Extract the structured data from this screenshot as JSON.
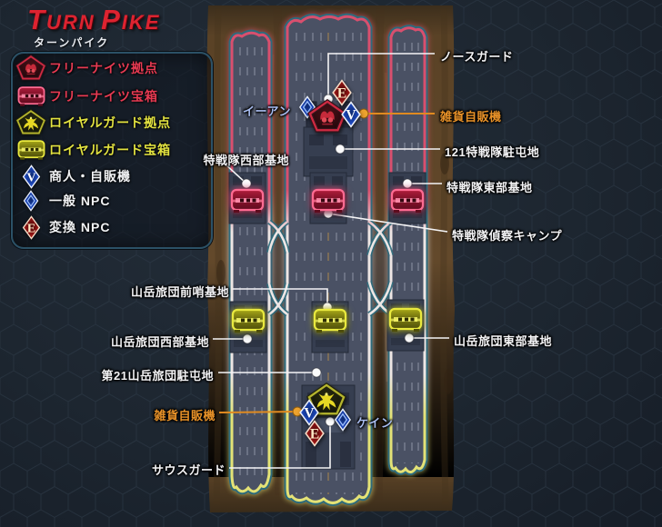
{
  "title": {
    "w1_initial": "T",
    "w1_rest": "URN",
    "w2_initial": "P",
    "w2_rest": "IKE",
    "subtitle": "ターンパイク"
  },
  "legend": {
    "items": [
      {
        "id": "freeknights-base",
        "label": "フリーナイツ拠点"
      },
      {
        "id": "freeknights-chest",
        "label": "フリーナイツ宝箱"
      },
      {
        "id": "royalguard-base",
        "label": "ロイヤルガード拠点"
      },
      {
        "id": "royalguard-chest",
        "label": "ロイヤルガード宝箱"
      },
      {
        "id": "merchant-vending",
        "label": "商人・自販機"
      },
      {
        "id": "general-npc",
        "label": "一般 NPC"
      },
      {
        "id": "exchange-npc",
        "label": "変換 NPC"
      }
    ]
  },
  "icons": {
    "merchant_letter": "V",
    "exchange_letter": "E"
  },
  "map_labels": {
    "north_guard": "ノースガード",
    "vending_top": "雑貨自販機",
    "camp_121": "121特戦隊駐屯地",
    "sf_east_base": "特戦隊東部基地",
    "sf_recon_camp": "特戦隊偵察キャンプ",
    "sf_west_base": "特戦隊西部基地",
    "mtn_outpost": "山岳旅団前哨基地",
    "mtn_west_base": "山岳旅団西部基地",
    "mtn_camp_21": "第21山岳旅団駐屯地",
    "mtn_east_base": "山岳旅団東部基地",
    "vending_bottom": "雑貨自販機",
    "south_guard": "サウスガード",
    "npc_ian": "イーアン",
    "npc_kain": "ケイン"
  },
  "colors": {
    "background": "#1d2630",
    "hex_line": "#2c3845",
    "dirt": "#5e462a",
    "road_surface": "#4a5164",
    "road_edge_red": "#d94f6e",
    "road_edge_white": "#eee6e4",
    "road_edge_yellow": "#e4e276",
    "road_rim_teal": "#2d6b7c",
    "title_red": "#dd2330",
    "label_orange": "#e79128",
    "label_blue": "#a9bdf0",
    "legend_red": "#e73a52",
    "legend_yellow": "#e2e240",
    "dot_white": "#fbfbfc",
    "dot_orange": "#eda22e"
  }
}
